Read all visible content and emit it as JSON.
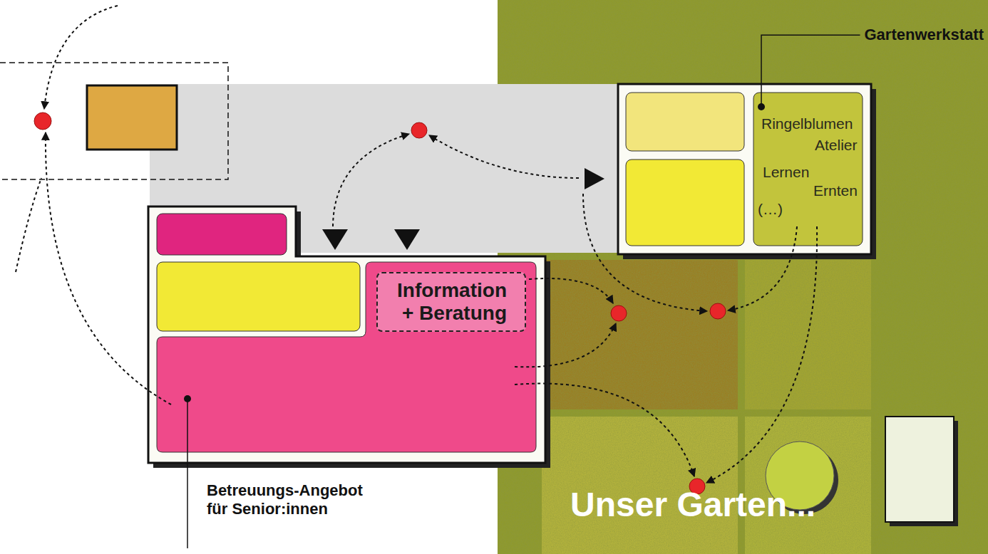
{
  "diagram": {
    "nodes": [
      {
        "text": [
          "Ringelblumen",
          "Atelier",
          "Lernen",
          "Ernten",
          "(…)"
        ]
      },
      {
        "text": [
          "Information + Beratung"
        ]
      }
    ],
    "labels": [
      "Gartenwerkstatt",
      "Betreuungs-Angebot für Senior:innen",
      "Unser Garten..."
    ]
  }
}
